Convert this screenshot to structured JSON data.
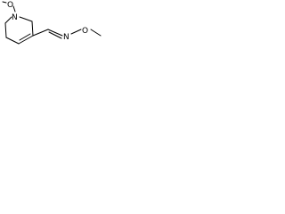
{
  "structure": {
    "atoms": {
      "n_ring": "N",
      "o_n_methoxy": "O",
      "n_oxime": "N",
      "o_oxime": "O"
    }
  },
  "colors": {
    "ink": "#000000",
    "background": "#ffffff"
  }
}
